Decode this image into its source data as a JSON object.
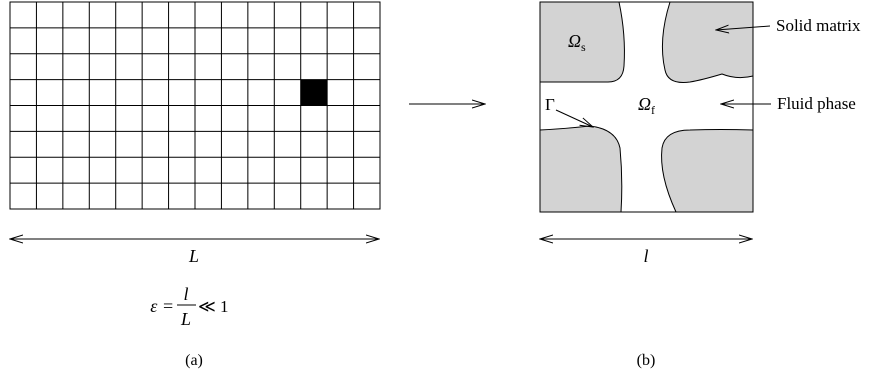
{
  "colors": {
    "ink": "#000000",
    "solid_fill": "#d3d3d3",
    "background": "#ffffff",
    "highlight_cell": "#000000"
  },
  "panel_a": {
    "grid_columns": 14,
    "grid_rows": 8,
    "highlighted_cell": {
      "column": 12,
      "row": 4
    },
    "length_symbol": "L",
    "equation": {
      "lhs": "ε = ",
      "numerator": "l",
      "denominator": "L",
      "rhs": " ≪ 1"
    },
    "caption": "(a)"
  },
  "panel_b": {
    "solid_symbol": "Ω",
    "solid_subscript": "s",
    "fluid_symbol": "Ω",
    "fluid_subscript": "f",
    "interface_symbol": "Γ",
    "length_symbol": "l",
    "caption": "(b)",
    "solid_matrix_label": "Solid matrix",
    "fluid_phase_label": "Fluid phase"
  }
}
